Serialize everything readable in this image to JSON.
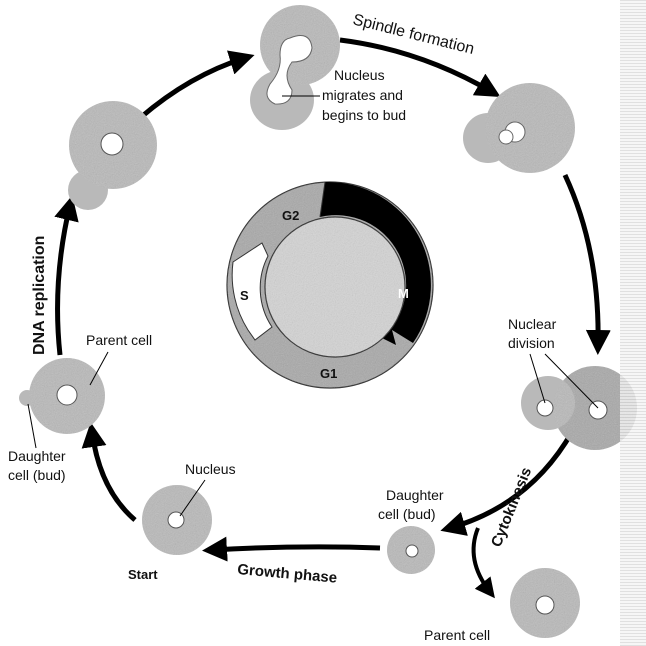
{
  "phases": {
    "spindle_formation": "Spindle formation",
    "dna_replication": "DNA replication",
    "cytokinesis": "Cytokinesis",
    "growth_phase": "Growth phase"
  },
  "labels": {
    "nucleus_migrates_l1": "Nucleus",
    "nucleus_migrates_l2": "migrates and",
    "nucleus_migrates_l3": "begins to bud",
    "nuclear_division_l1": "Nuclear",
    "nuclear_division_l2": "division",
    "parent_cell_top": "Parent cell",
    "daughter_left_l1": "Daughter",
    "daughter_left_l2": "cell (bud)",
    "nucleus": "Nucleus",
    "start": "Start",
    "daughter_bottom_l1": "Daughter",
    "daughter_bottom_l2": "cell (bud)",
    "parent_cell_bottom": "Parent cell"
  },
  "cycle": {
    "g2": "G2",
    "m": "M",
    "s": "S",
    "g1": "G1"
  },
  "colors": {
    "cell_fill": "#b9b9b9",
    "m_phase": "#000000",
    "g_phase": "#a8a8a8",
    "s_phase": "#ffffff",
    "center": "#d4d4d4"
  }
}
